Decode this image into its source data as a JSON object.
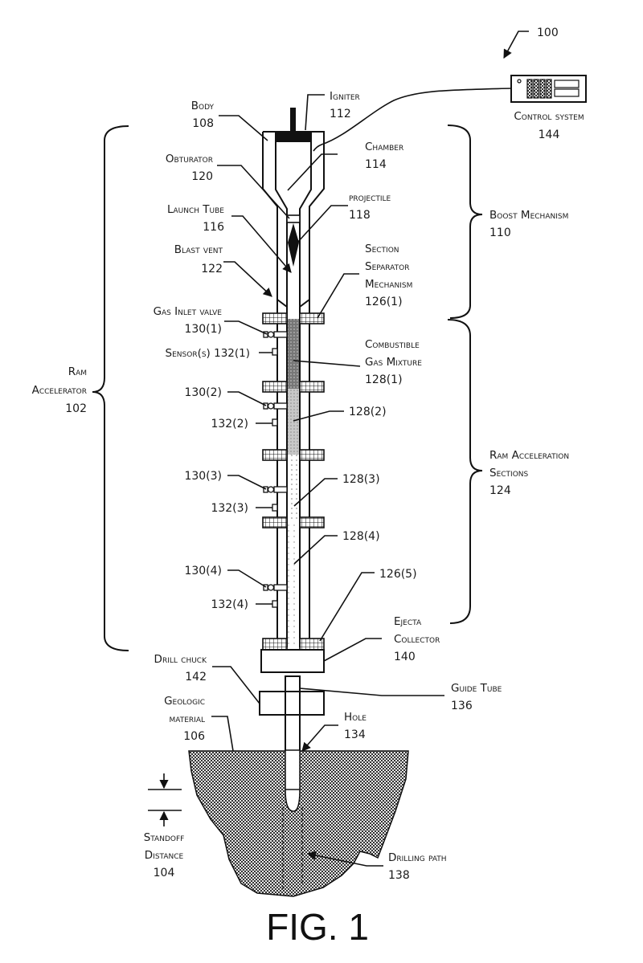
{
  "figure": {
    "title": "FIG. 1",
    "reference": "100"
  },
  "labels": {
    "body": {
      "name": "Body",
      "num": "108"
    },
    "igniter": {
      "name": "Igniter",
      "num": "112"
    },
    "chamber": {
      "name": "Chamber",
      "num": "114"
    },
    "obturator": {
      "name": "Obturator",
      "num": "120"
    },
    "launch_tube": {
      "name": "Launch Tube",
      "num": "116"
    },
    "projectile": {
      "name": "projectile",
      "num": "118"
    },
    "blast_vent": {
      "name": "Blast vent",
      "num": "122"
    },
    "section_separator": {
      "lines": [
        "Section",
        "Separator",
        "Mechanism"
      ],
      "num": "126(1)"
    },
    "gas_inlet_valve": {
      "name": "Gas Inlet valve",
      "num": "130(1)"
    },
    "sensor": {
      "name": "Sensor(s) 132(1)"
    },
    "combustible_gas": {
      "lines": [
        "Combustible",
        "Gas Mixture"
      ],
      "num": "128(1)"
    },
    "control_system": {
      "name": "Control system",
      "num": "144"
    },
    "boost_mechanism": {
      "name": "Boost Mechanism",
      "num": "110"
    },
    "ram_accelerator": {
      "lines": [
        "Ram",
        "Accelerator"
      ],
      "num": "102"
    },
    "ram_sections": {
      "lines": [
        "Ram Acceleration",
        "Sections"
      ],
      "num": "124"
    },
    "valve_2": "130(2)",
    "sensor_2": "132(2)",
    "gas_2": "128(2)",
    "valve_3": "130(3)",
    "sensor_3": "132(3)",
    "gas_3": "128(3)",
    "gas_4": "128(4)",
    "valve_4": "130(4)",
    "sensor_4": "132(4)",
    "separator_5": "126(5)",
    "ejecta_collector": {
      "lines": [
        "Ejecta",
        "Collector"
      ],
      "num": "140"
    },
    "drill_chuck": {
      "name": "Drill chuck",
      "num": "142"
    },
    "guide_tube": {
      "name": "Guide Tube",
      "num": "136"
    },
    "geologic_material": {
      "lines": [
        "Geologic",
        "material"
      ],
      "num": "106"
    },
    "hole": {
      "name": "Hole",
      "num": "134"
    },
    "standoff_distance": {
      "lines": [
        "Standoff",
        "Distance"
      ],
      "num": "104"
    },
    "drilling_path": {
      "name": "Drilling path",
      "num": "138"
    }
  }
}
